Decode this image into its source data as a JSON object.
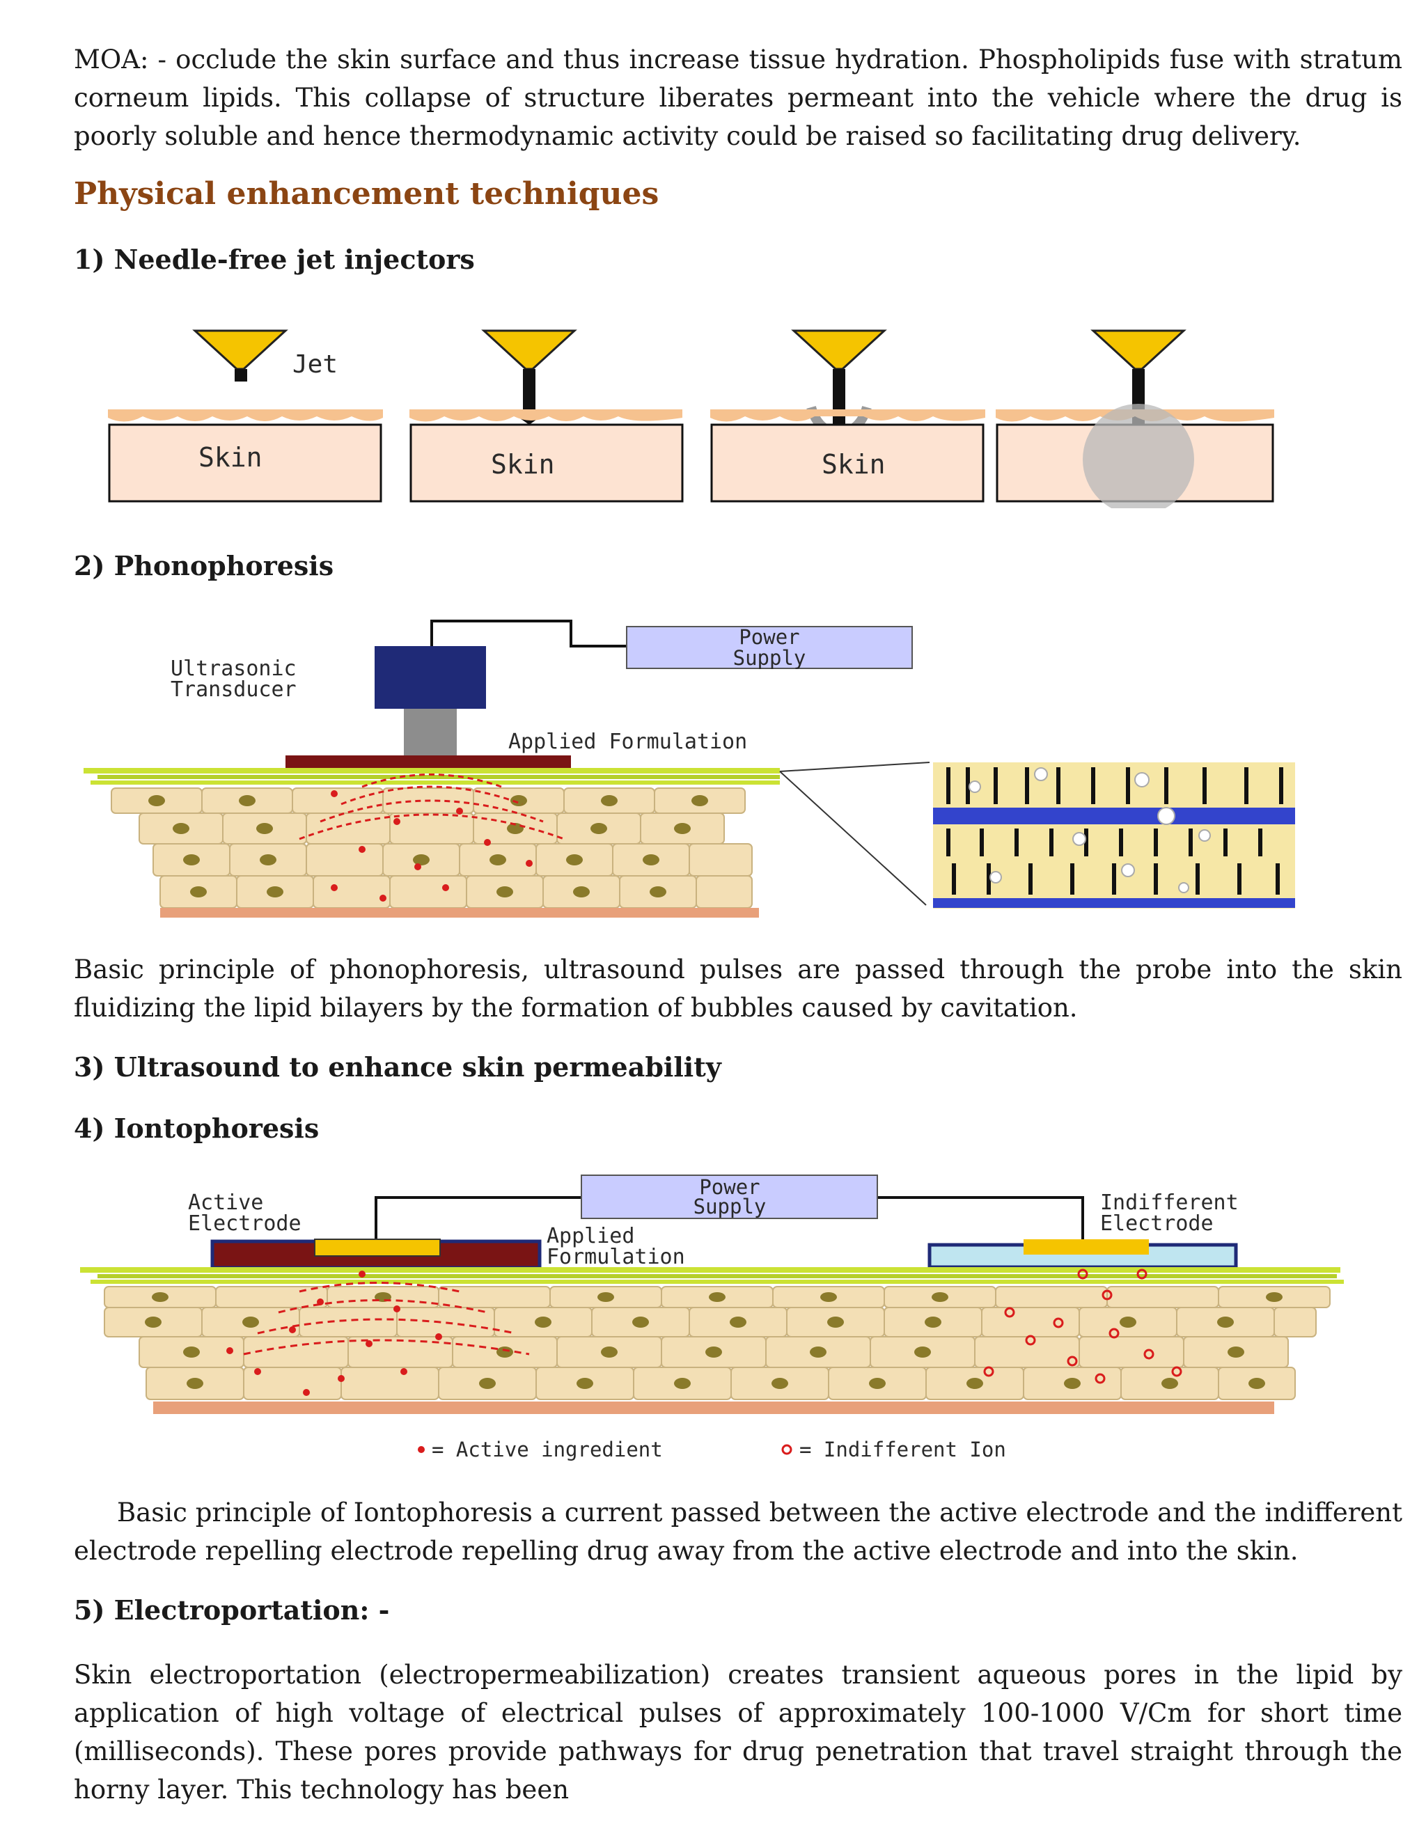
{
  "paragraphs": {
    "moa": "MOA: - occlude the skin surface and thus increase tissue hydration. Phospholipids fuse with stratum corneum lipids. This collapse of structure liberates permeant into the vehicle where the drug is poorly soluble and hence thermodynamic activity could be raised so facilitating drug delivery.",
    "phonophoresis_caption": "Basic principle of phonophoresis, ultrasound pulses are passed through the probe into the skin fluidizing the lipid bilayers by the formation of bubbles caused by cavitation.",
    "iontophoresis_caption": "Basic principle of Iontophoresis a current passed between the active electrode and the indifferent electrode repelling electrode repelling drug away from the active electrode and into the skin.",
    "electroporation": "Skin electroportation (electropermeabilization) creates transient aqueous pores in the lipid by application of high voltage of electrical pulses of approximately 100-1000 V/Cm for short time (milliseconds). These pores provide pathways for drug penetration that travel straight through the horny layer. This technology has been"
  },
  "headings": {
    "section": "Physical enhancement techniques",
    "item1": "1) Needle-free jet injectors",
    "item2": "2) Phonophoresis",
    "item3": "3) Ultrasound to enhance skin permeability",
    "item4": "4) Iontophoresis",
    "item5": "5) Electroportation: -"
  },
  "figure_jet": {
    "jet_label": "Jet",
    "skin_label": "Skin"
  },
  "figure_phono": {
    "power_supply": "Power Supply",
    "power_line1": "Power",
    "power_line2": "Supply",
    "transducer_line1": "Ultrasonic",
    "transducer_line2": "Transducer",
    "applied_formulation": "Applied Formulation"
  },
  "figure_ionto": {
    "power_line1": "Power",
    "power_line2": "Supply",
    "active_line1": "Active",
    "active_line2": "Electrode",
    "applied_line1": "Applied",
    "applied_line2": "Formulation",
    "indifferent_line1": "Indifferent",
    "indifferent_line2": "Electrode",
    "legend_active": "= Active ingredient",
    "legend_ion": "= Indifferent Ion"
  },
  "colors": {
    "heading_brown": "#8b4513",
    "skin_fill": "#fde3d2",
    "funnel_yellow": "#f5c400",
    "power_box": "#c9ccff",
    "cell_fill": "#f3dfb5",
    "nucleus": "#8a7a2a",
    "drug_red": "#d91c1c",
    "lipid_blue": "#3344cc"
  }
}
